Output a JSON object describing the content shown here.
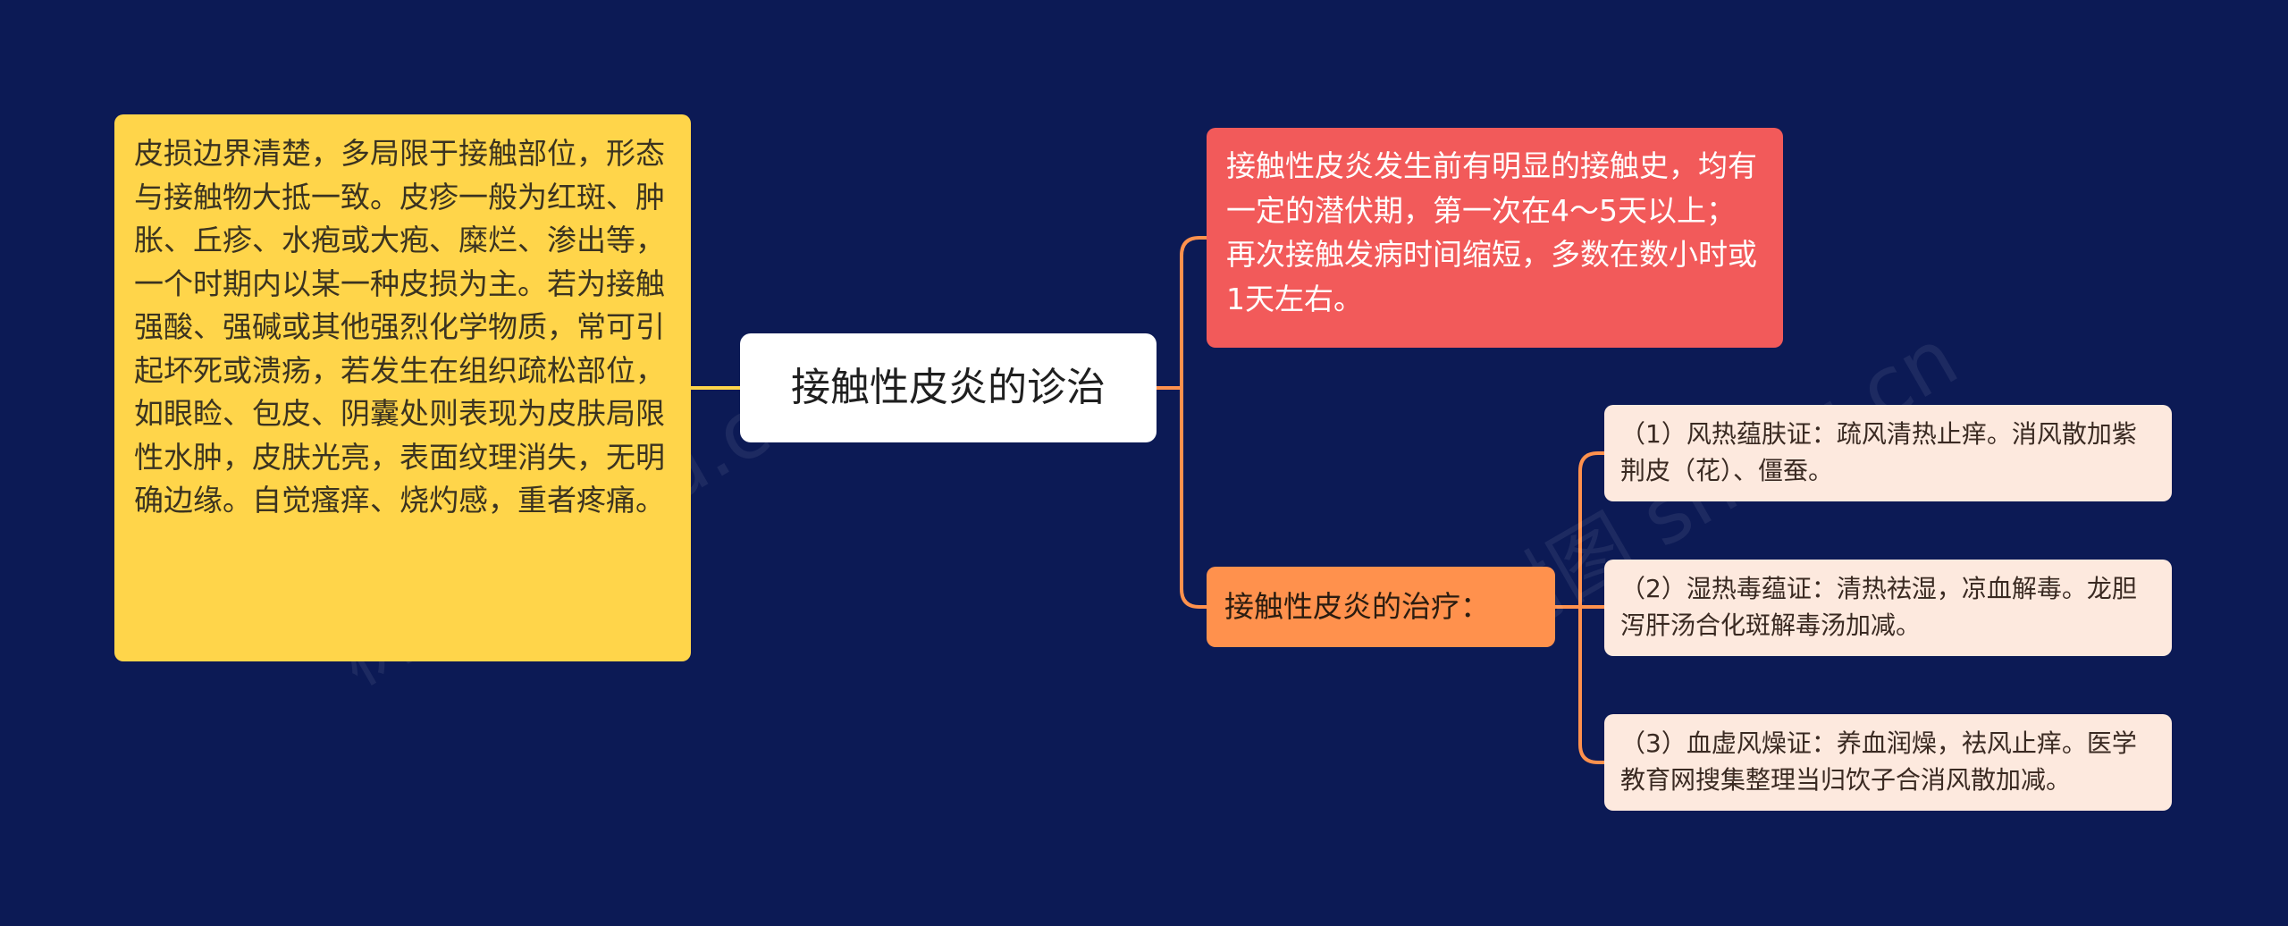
{
  "center": {
    "title": "接触性皮炎的诊治"
  },
  "left_note": {
    "text": "皮损边界清楚，多局限于接触部位，形态与接触物大抵一致。皮疹一般为红斑、肿胀、丘疹、水疱或大疱、糜烂、渗出等，一个时期内以某一种皮损为主。若为接触强酸、强碱或其他强烈化学物质，常可引起坏死或溃疡，若发生在组织疏松部位，如眼睑、包皮、阴囊处则表现为皮肤局限性水肿，皮肤光亮，表面纹理消失，无明确边缘。自觉瘙痒、烧灼感，重者疼痛。"
  },
  "right_top": {
    "text": "接触性皮炎发生前有明显的接触史，均有一定的潜伏期，第一次在4～5天以上；再次接触发病时间缩短，多数在数小时或1天左右。"
  },
  "treatment": {
    "label": "接触性皮炎的治疗：",
    "items": [
      "（1）风热蕴肤证：疏风清热止痒。消风散加紫荆皮（花）、僵蚕。",
      "（2）湿热毒蕴证：清热祛湿，凉血解毒。龙胆泻肝汤合化斑解毒汤加减。",
      "（3）血虚风燥证：养血润燥，祛风止痒。医学教育网搜集整理当归饮子合消风散加减。"
    ]
  },
  "colors": {
    "background": "#0c1a55",
    "center_node": "#ffffff",
    "left_node": "#ffd54a",
    "right_top_node": "#f25a5a",
    "treatment_node": "#ff914d",
    "leaf_node": "#fde9de",
    "connector": "#ff914d",
    "left_connector": "#ffd54a"
  }
}
